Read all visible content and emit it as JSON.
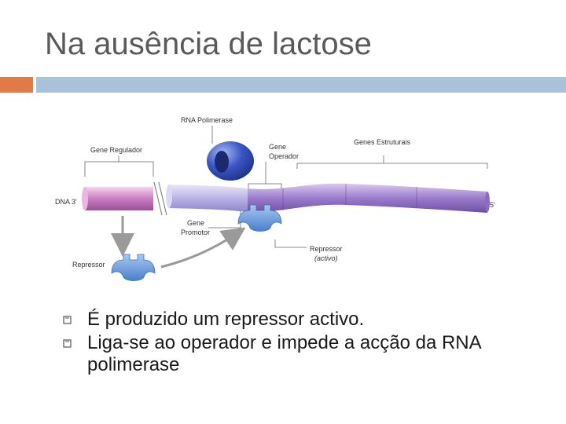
{
  "slide": {
    "title": "Na ausência de lactose"
  },
  "diagram": {
    "labels": {
      "rna_polimerase": "RNA Polimerase",
      "gene_regulador": "Gene Regulador",
      "gene_operador_line1": "Gene",
      "gene_operador_line2": "Operador",
      "genes_estruturais": "Genes Estruturais",
      "dna_3": "DNA 3'",
      "end_5": "5'",
      "gene_promotor_line1": "Gene",
      "gene_promotor_line2": "Promotor",
      "repressor": "Repressor",
      "repressor_bound_line1": "Repressor",
      "repressor_bound_line2": "(activo)"
    },
    "colors": {
      "regulator_dna": "#c77fc0",
      "promoter_dna": "#b9b3e6",
      "structural_dna": "#9b7ccc",
      "polymerase": "#3a55c4",
      "repressor": "#5b8fd8",
      "arrow": "#9a9a9a"
    }
  },
  "bullets": [
    {
      "text": "É produzido um repressor activo."
    },
    {
      "text": "Liga-se ao operador e impede a acção da RNA polimerase"
    }
  ]
}
